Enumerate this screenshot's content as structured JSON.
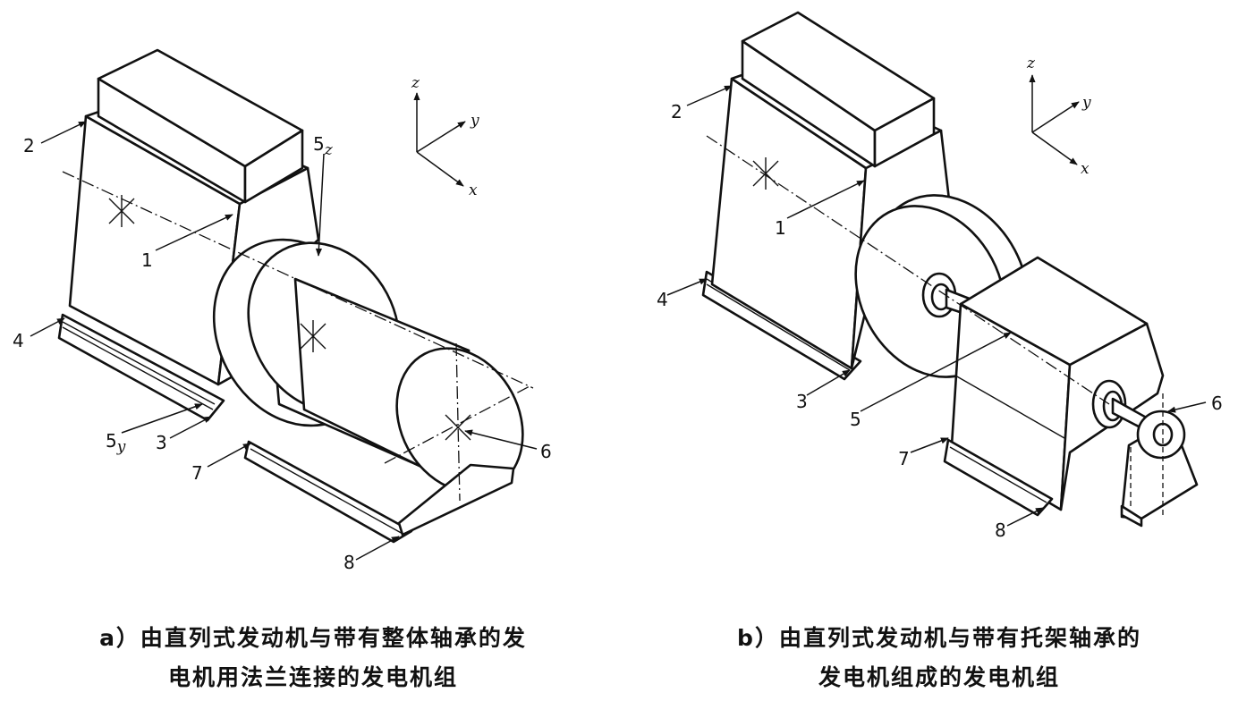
{
  "figure_a": {
    "caption_line1": "a）由直列式发动机与带有整体轴承的发",
    "caption_line2": "电机用法兰连接的发电机组",
    "labels": {
      "n1": "1",
      "n2": "2",
      "n3": "3",
      "n4": "4",
      "n5z": "5",
      "n5z_sub": "z",
      "n5y": "5",
      "n5y_sub": "y",
      "n6": "6",
      "n7": "7",
      "n8": "8"
    },
    "axes": {
      "z": "z",
      "y": "y",
      "x": "x"
    }
  },
  "figure_b": {
    "caption_line1": "b）由直列式发动机与带有托架轴承的",
    "caption_line2": "发电机组成的发电机组",
    "labels": {
      "n1": "1",
      "n2": "2",
      "n3": "3",
      "n4": "4",
      "n5": "5",
      "n6": "6",
      "n7": "7",
      "n8": "8"
    },
    "axes": {
      "z": "z",
      "y": "y",
      "x": "x"
    }
  }
}
